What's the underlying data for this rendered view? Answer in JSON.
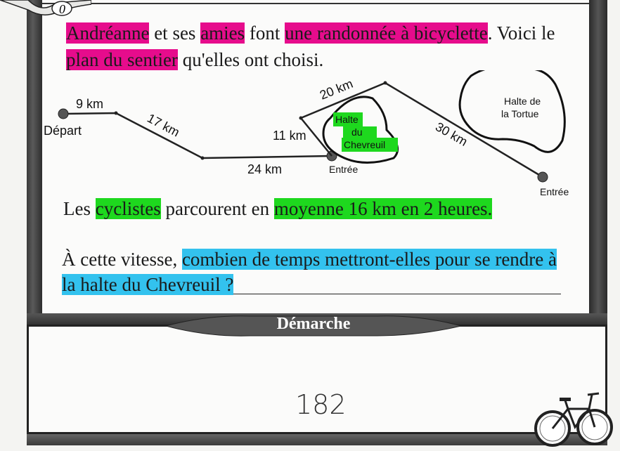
{
  "page": {
    "scroll_label": "0",
    "page_number": "182"
  },
  "problem": {
    "line1": {
      "name": "Andréanne",
      "w1": " et ses ",
      "friends": "amies",
      "w2": " font ",
      "activity": "une randonnée à bicyclette",
      "w3": ".  Voici le"
    },
    "line2": {
      "plan": "plan du sentier",
      "w4": " qu'elles ont choisi."
    },
    "line3": {
      "w5": "Les ",
      "cyclists": "cyclistes",
      "w6": " parcourent en ",
      "average": "moyenne 16 km en 2 heures."
    },
    "question": {
      "w7": "À cette vitesse, ",
      "q_part1": "combien de temps mettront-elles pour se rendre à",
      "q_part2": "la halte du Chevreuil ?"
    }
  },
  "map": {
    "start_label": "Départ",
    "segments": [
      "9 km",
      "17 km",
      "24 km",
      "11 km",
      "20 km",
      "30 km"
    ],
    "entrance1": "Entrée",
    "entrance2": "Entrée",
    "halte_chevreuil": [
      "Halte",
      "du",
      "Chevreuil"
    ],
    "halte_tortue": [
      "Halte de",
      "la Tortue"
    ]
  },
  "section": {
    "banner": "Démarche"
  },
  "colors": {
    "pink": "#e60c8c",
    "green": "#1ed81e",
    "blue": "#33c2ee"
  }
}
